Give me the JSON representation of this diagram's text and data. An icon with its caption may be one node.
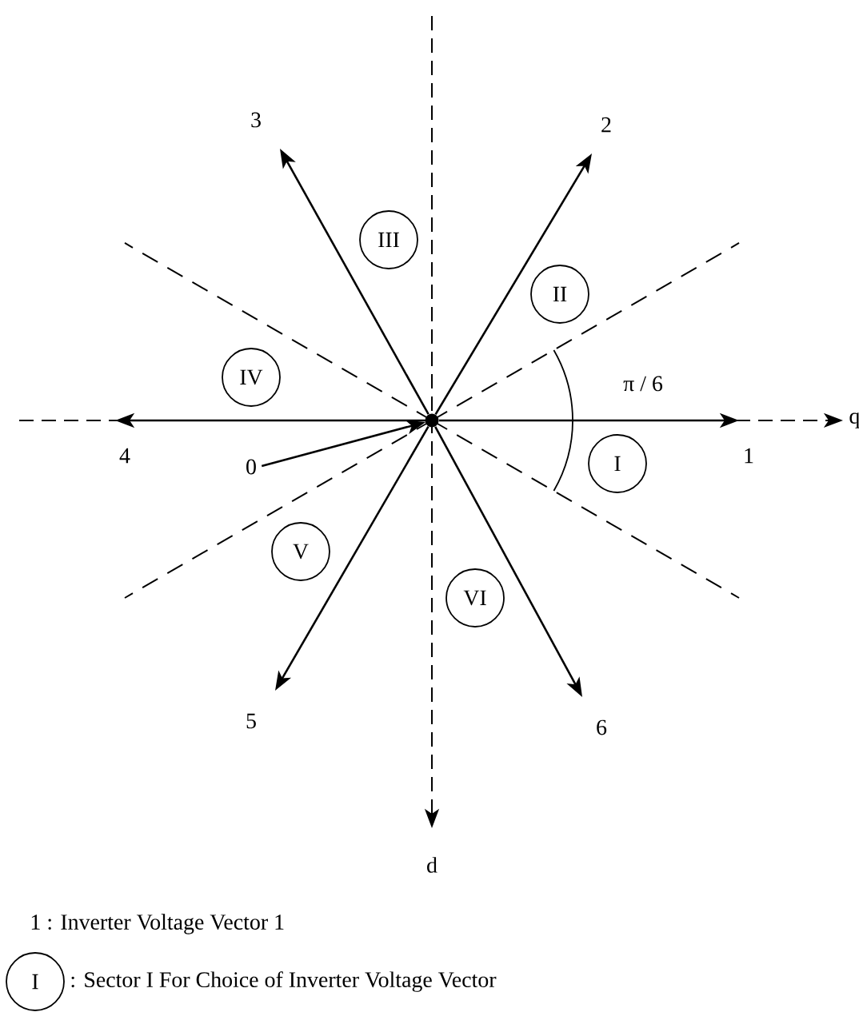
{
  "diagram": {
    "nodes": [
      {
        "text": [],
        "shape": "circle"
      },
      {
        "text": [
          "1"
        ]
      },
      {
        "text": [
          "2"
        ]
      },
      {
        "text": [
          "3"
        ]
      },
      {
        "text": [
          "4"
        ]
      },
      {
        "text": [
          "5"
        ]
      },
      {
        "text": [
          "6"
        ]
      },
      {
        "text": [
          "0"
        ]
      },
      {
        "text": [
          "I"
        ]
      },
      {
        "text": [
          "II"
        ]
      },
      {
        "text": [
          "III"
        ]
      },
      {
        "text": [
          "IV"
        ]
      },
      {
        "text": [
          "V"
        ]
      },
      {
        "text": [
          "VI"
        ]
      },
      {
        "text": [
          "I"
        ],
        "beside": [
          ": Sector I For Choice of Inverter Voltage Vector"
        ]
      }
    ],
    "edges": [
      {
        "from": 0,
        "to": 1,
        "arrow": "to"
      },
      {
        "from": 0,
        "to": 2,
        "arrow": "to"
      },
      {
        "from": 0,
        "to": 3,
        "arrow": "to"
      },
      {
        "from": 0,
        "to": 4,
        "arrow": "to"
      },
      {
        "from": 0,
        "to": 5,
        "arrow": "to"
      },
      {
        "from": 0,
        "to": 6,
        "arrow": "to"
      },
      {
        "from": 7,
        "to": 0,
        "arrow": "to"
      }
    ],
    "labels": [
      "π / 6",
      "q",
      "d",
      "1 : Inverter Voltage Vector 1"
    ]
  }
}
